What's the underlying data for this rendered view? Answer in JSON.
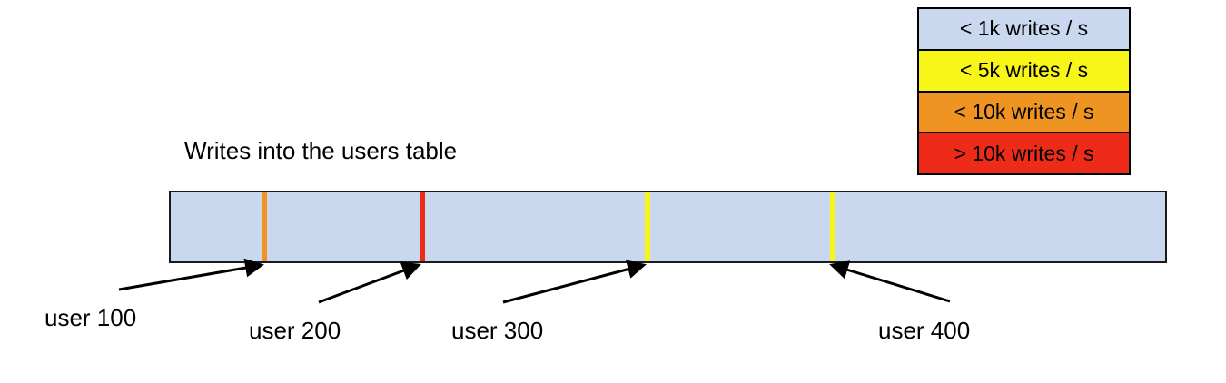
{
  "chart_data": {
    "type": "bar",
    "title": "Writes into the users table",
    "xlabel": "",
    "ylabel": "",
    "orientation": "horizontal-range-strip",
    "description": "A single horizontal strip representing the users table keyspace, partitioned by user-id boundary markers whose colors encode write throughput.",
    "strip": {
      "base_color": "#c9d8ef",
      "base_category": "< 1k writes / s",
      "start_label": "",
      "end_label": ""
    },
    "boundaries": [
      {
        "label": "user 100",
        "x_fraction": 0.0946,
        "color": "#ef9322",
        "category": "< 10k writes / s"
      },
      {
        "label": "user 200",
        "x_fraction": 0.252,
        "color": "#ee2b19",
        "category": "> 10k writes / s"
      },
      {
        "label": "user 300",
        "x_fraction": 0.4777,
        "color": "#f8f518",
        "category": "< 5k writes / s"
      },
      {
        "label": "user 400",
        "x_fraction": 0.6633,
        "color": "#f8f518",
        "category": "< 5k writes / s"
      }
    ],
    "legend": {
      "position": "top-right",
      "entries": [
        {
          "label": "< 1k writes / s",
          "color": "#c9d8ef"
        },
        {
          "label": "< 5k writes / s",
          "color": "#f8f518"
        },
        {
          "label": "< 10k writes / s",
          "color": "#ef9322"
        },
        {
          "label": "> 10k writes / s",
          "color": "#ee2b19"
        }
      ]
    },
    "grid": false
  },
  "title": {
    "text": "Writes into the users table"
  },
  "legend": {
    "entries": [
      {
        "label": "< 1k writes / s",
        "color": "#c9d8ef"
      },
      {
        "label": "< 5k writes / s",
        "color": "#f8f518"
      },
      {
        "label": "< 10k writes / s",
        "color": "#ef9322"
      },
      {
        "label": "> 10k writes / s",
        "color": "#ee2b19"
      }
    ]
  },
  "bar": {
    "fill_color": "#c9d8ef",
    "border_color": "#1a1a1a",
    "markers": [
      {
        "name": "user 100",
        "color": "#ef9322"
      },
      {
        "name": "user 200",
        "color": "#ee2b19"
      },
      {
        "name": "user 300",
        "color": "#f8f518"
      },
      {
        "name": "user 400",
        "color": "#f8f518"
      }
    ]
  },
  "callouts": [
    {
      "label": "user 100"
    },
    {
      "label": "user 200"
    },
    {
      "label": "user 300"
    },
    {
      "label": "user 400"
    }
  ]
}
